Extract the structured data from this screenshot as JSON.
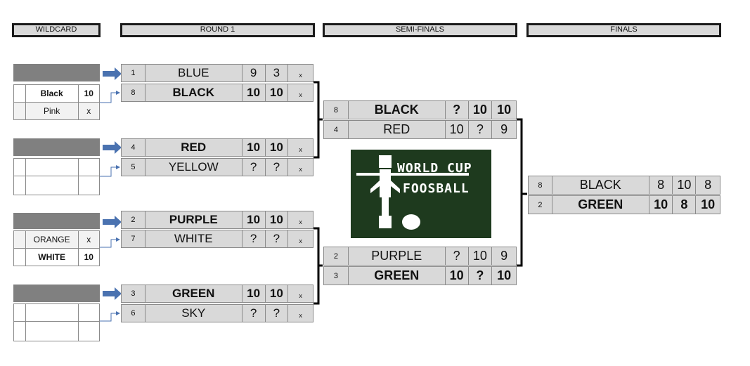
{
  "headers": {
    "wildcard": "WILDCARD",
    "round1": "ROUND 1",
    "semifinals": "SEMI-FINALS",
    "finals": "FINALS"
  },
  "wildcards": [
    {
      "rows": [
        {
          "name": "Black",
          "score": "10",
          "bold": true
        },
        {
          "name": "Pink",
          "score": "x",
          "bold": false
        }
      ]
    },
    {
      "rows": [
        {
          "name": "",
          "score": "",
          "bold": false
        },
        {
          "name": "",
          "score": "",
          "bold": false
        }
      ]
    },
    {
      "rows": [
        {
          "name": "ORANGE",
          "score": "x",
          "bold": false
        },
        {
          "name": "WHITE",
          "score": "10",
          "bold": true
        }
      ]
    },
    {
      "rows": [
        {
          "name": "",
          "score": "",
          "bold": false
        },
        {
          "name": "",
          "score": "",
          "bold": false
        }
      ]
    }
  ],
  "round1": [
    {
      "seed": "1",
      "team": "BLUE",
      "s1": "9",
      "s2": "3",
      "mark": "x",
      "bold": false
    },
    {
      "seed": "8",
      "team": "BLACK",
      "s1": "10",
      "s2": "10",
      "mark": "x",
      "bold": true
    },
    {
      "seed": "4",
      "team": "RED",
      "s1": "10",
      "s2": "10",
      "mark": "x",
      "bold": true
    },
    {
      "seed": "5",
      "team": "YELLOW",
      "s1": "?",
      "s2": "?",
      "mark": "x",
      "bold": false
    },
    {
      "seed": "2",
      "team": "PURPLE",
      "s1": "10",
      "s2": "10",
      "mark": "x",
      "bold": true
    },
    {
      "seed": "7",
      "team": "WHITE",
      "s1": "?",
      "s2": "?",
      "mark": "x",
      "bold": false
    },
    {
      "seed": "3",
      "team": "GREEN",
      "s1": "10",
      "s2": "10",
      "mark": "x",
      "bold": true
    },
    {
      "seed": "6",
      "team": "SKY",
      "s1": "?",
      "s2": "?",
      "mark": "x",
      "bold": false
    }
  ],
  "semifinals": [
    {
      "seed": "8",
      "team": "BLACK",
      "s1": "?",
      "s2": "10",
      "s3": "10",
      "bold": true
    },
    {
      "seed": "4",
      "team": "RED",
      "s1": "10",
      "s2": "?",
      "s3": "9",
      "bold": false
    },
    {
      "seed": "2",
      "team": "PURPLE",
      "s1": "?",
      "s2": "10",
      "s3": "9",
      "bold": false
    },
    {
      "seed": "3",
      "team": "GREEN",
      "s1": "10",
      "s2": "?",
      "s3": "10",
      "bold": true
    }
  ],
  "finals": [
    {
      "seed": "8",
      "team": "BLACK",
      "s1": "8",
      "s2": "10",
      "s3": "8",
      "bold": false
    },
    {
      "seed": "2",
      "team": "GREEN",
      "s1": "10",
      "s2": "8",
      "s3": "10",
      "bold": true
    }
  ],
  "logo": {
    "line1": "WORLD CUP",
    "line2": "FOOSBALL"
  },
  "colors": {
    "cell": "#d9d9d9",
    "graybar": "#808080",
    "arrow": "#4a72b0",
    "logo_bg": "#1e3a1e",
    "logo_fg": "#ffffff"
  }
}
